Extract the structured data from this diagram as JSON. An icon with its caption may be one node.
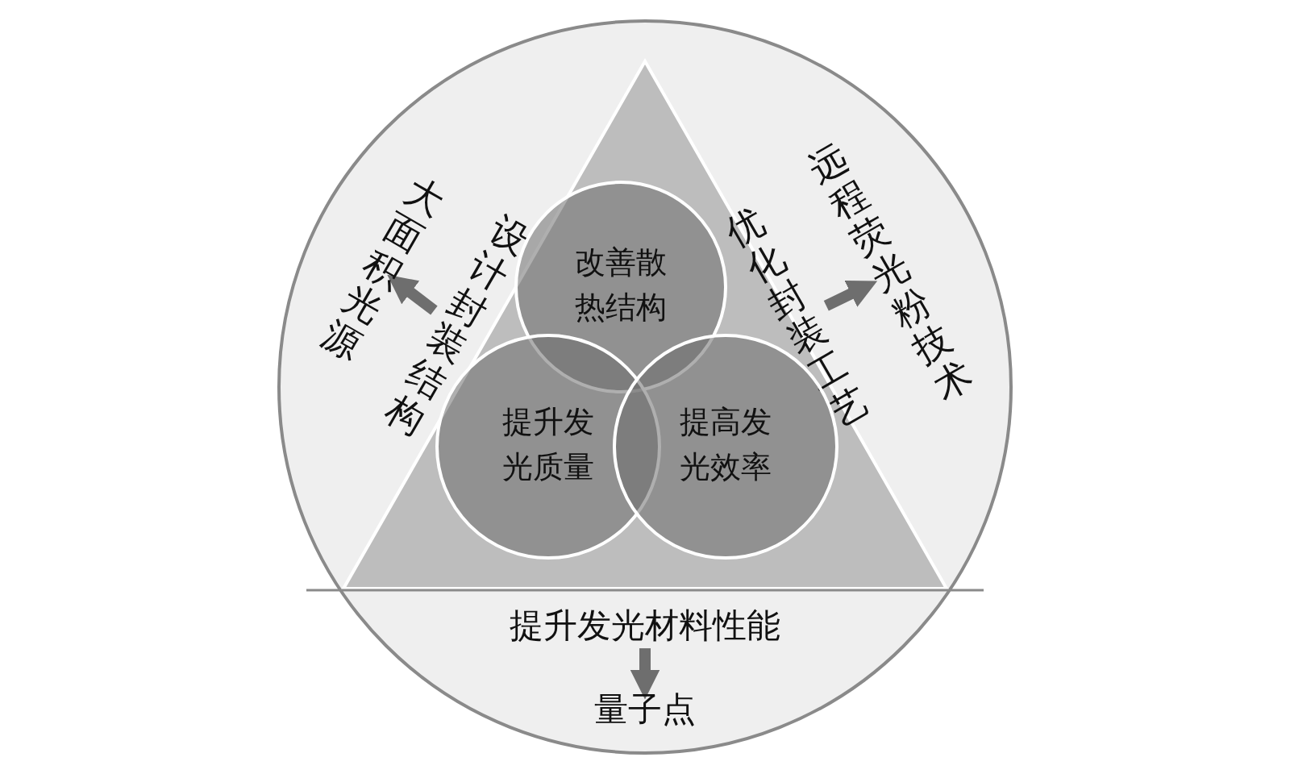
{
  "diagram": {
    "nodes": [
      {
        "text": [
          "设计封装结构"
        ]
      },
      {
        "text": [
          "大面积光源"
        ]
      },
      {
        "text": [
          "优化封装工艺"
        ]
      },
      {
        "text": [
          "远程荧光粉技术"
        ]
      },
      {
        "text": [
          "提升发光材料性能"
        ]
      },
      {
        "text": [
          "量子点"
        ]
      },
      {
        "text": [
          "改善散热结构"
        ]
      },
      {
        "text": [
          "提升发光质量"
        ]
      },
      {
        "text": [
          "提高发光效率"
        ]
      }
    ],
    "edges": [
      {
        "from": 0,
        "to": 1,
        "arrow": "to"
      },
      {
        "from": 2,
        "to": 3,
        "arrow": "to"
      },
      {
        "from": 4,
        "to": 5,
        "arrow": "to"
      }
    ]
  }
}
